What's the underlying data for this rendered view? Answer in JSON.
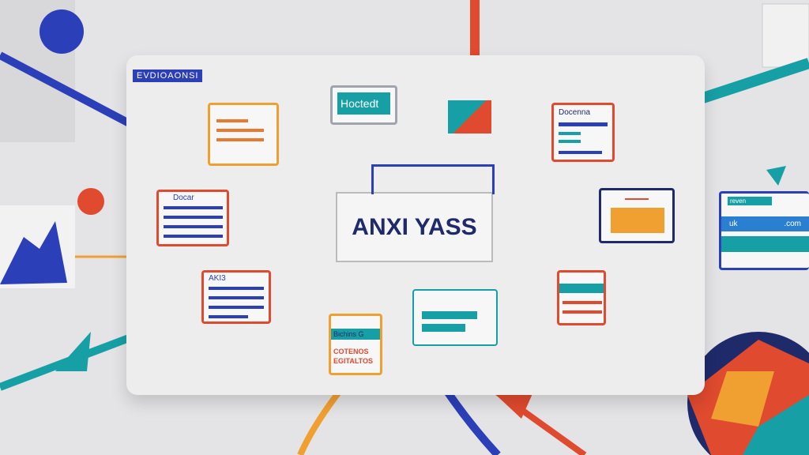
{
  "title_tag": "EVDIOAONSI",
  "center_label": "ANXI YASS",
  "nodes": {
    "host": "Hoctedt",
    "document_top_right": "Docenna",
    "document_left": "Docar",
    "list_left": "AKI3",
    "info_card_title": "Bichins G",
    "info_card_line1": "COTENOS",
    "info_card_line2": "EGITALTOS",
    "browser_tab": "reven",
    "browser_left": "uk",
    "browser_right": ".com"
  },
  "colors": {
    "blue": "#2b3fb8",
    "red": "#e04a2e",
    "orange": "#f0a030",
    "teal": "#16a0a6",
    "navy": "#1f2a6b"
  }
}
